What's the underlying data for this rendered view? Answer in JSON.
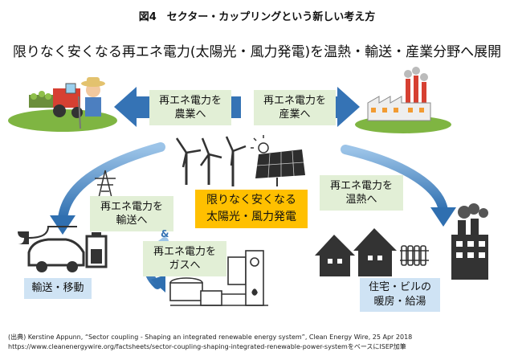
{
  "figure_title": "図4　セクター・カップリングという新しい考え方",
  "headline": "限りなく安くなる再エネ電力(太陽光・風力発電)を温熱・輸送・産業分野へ展開",
  "center": {
    "line1": "限りなく安くなる",
    "line2": "太陽光・風力発電"
  },
  "labels": {
    "agriculture": {
      "line1": "再エネ電力を",
      "line2": "農業へ"
    },
    "industry": {
      "line1": "再エネ電力を",
      "line2": "産業へ"
    },
    "heat": {
      "line1": "再エネ電力を",
      "line2": "温熱へ"
    },
    "transport": {
      "line1": "再エネ電力を",
      "line2": "輸送へ"
    },
    "gas": {
      "line1": "再エネ電力を",
      "line2": "ガスへ"
    }
  },
  "amp": "&",
  "sectors": {
    "mobility": "輸送・移動",
    "buildings": {
      "line1": "住宅・ビルの",
      "line2": "暖房・給湯"
    }
  },
  "source": {
    "line1": "(出典) Kerstine Appunn, “Sector coupling - Shaping an integrated renewable energy system”, Clean Energy Wire, 25 Apr 2018",
    "line2": "https://www.cleanenergywire.org/factsheets/sector-coupling-shaping-integrated-renewable-power-systemをベースにISEP加筆"
  },
  "colors": {
    "arrow_blue": "#3573b5",
    "label_green": "#e2efd6",
    "center_yellow": "#ffc000",
    "sector_blue": "#cfe3f4",
    "icon_dark": "#333333"
  }
}
